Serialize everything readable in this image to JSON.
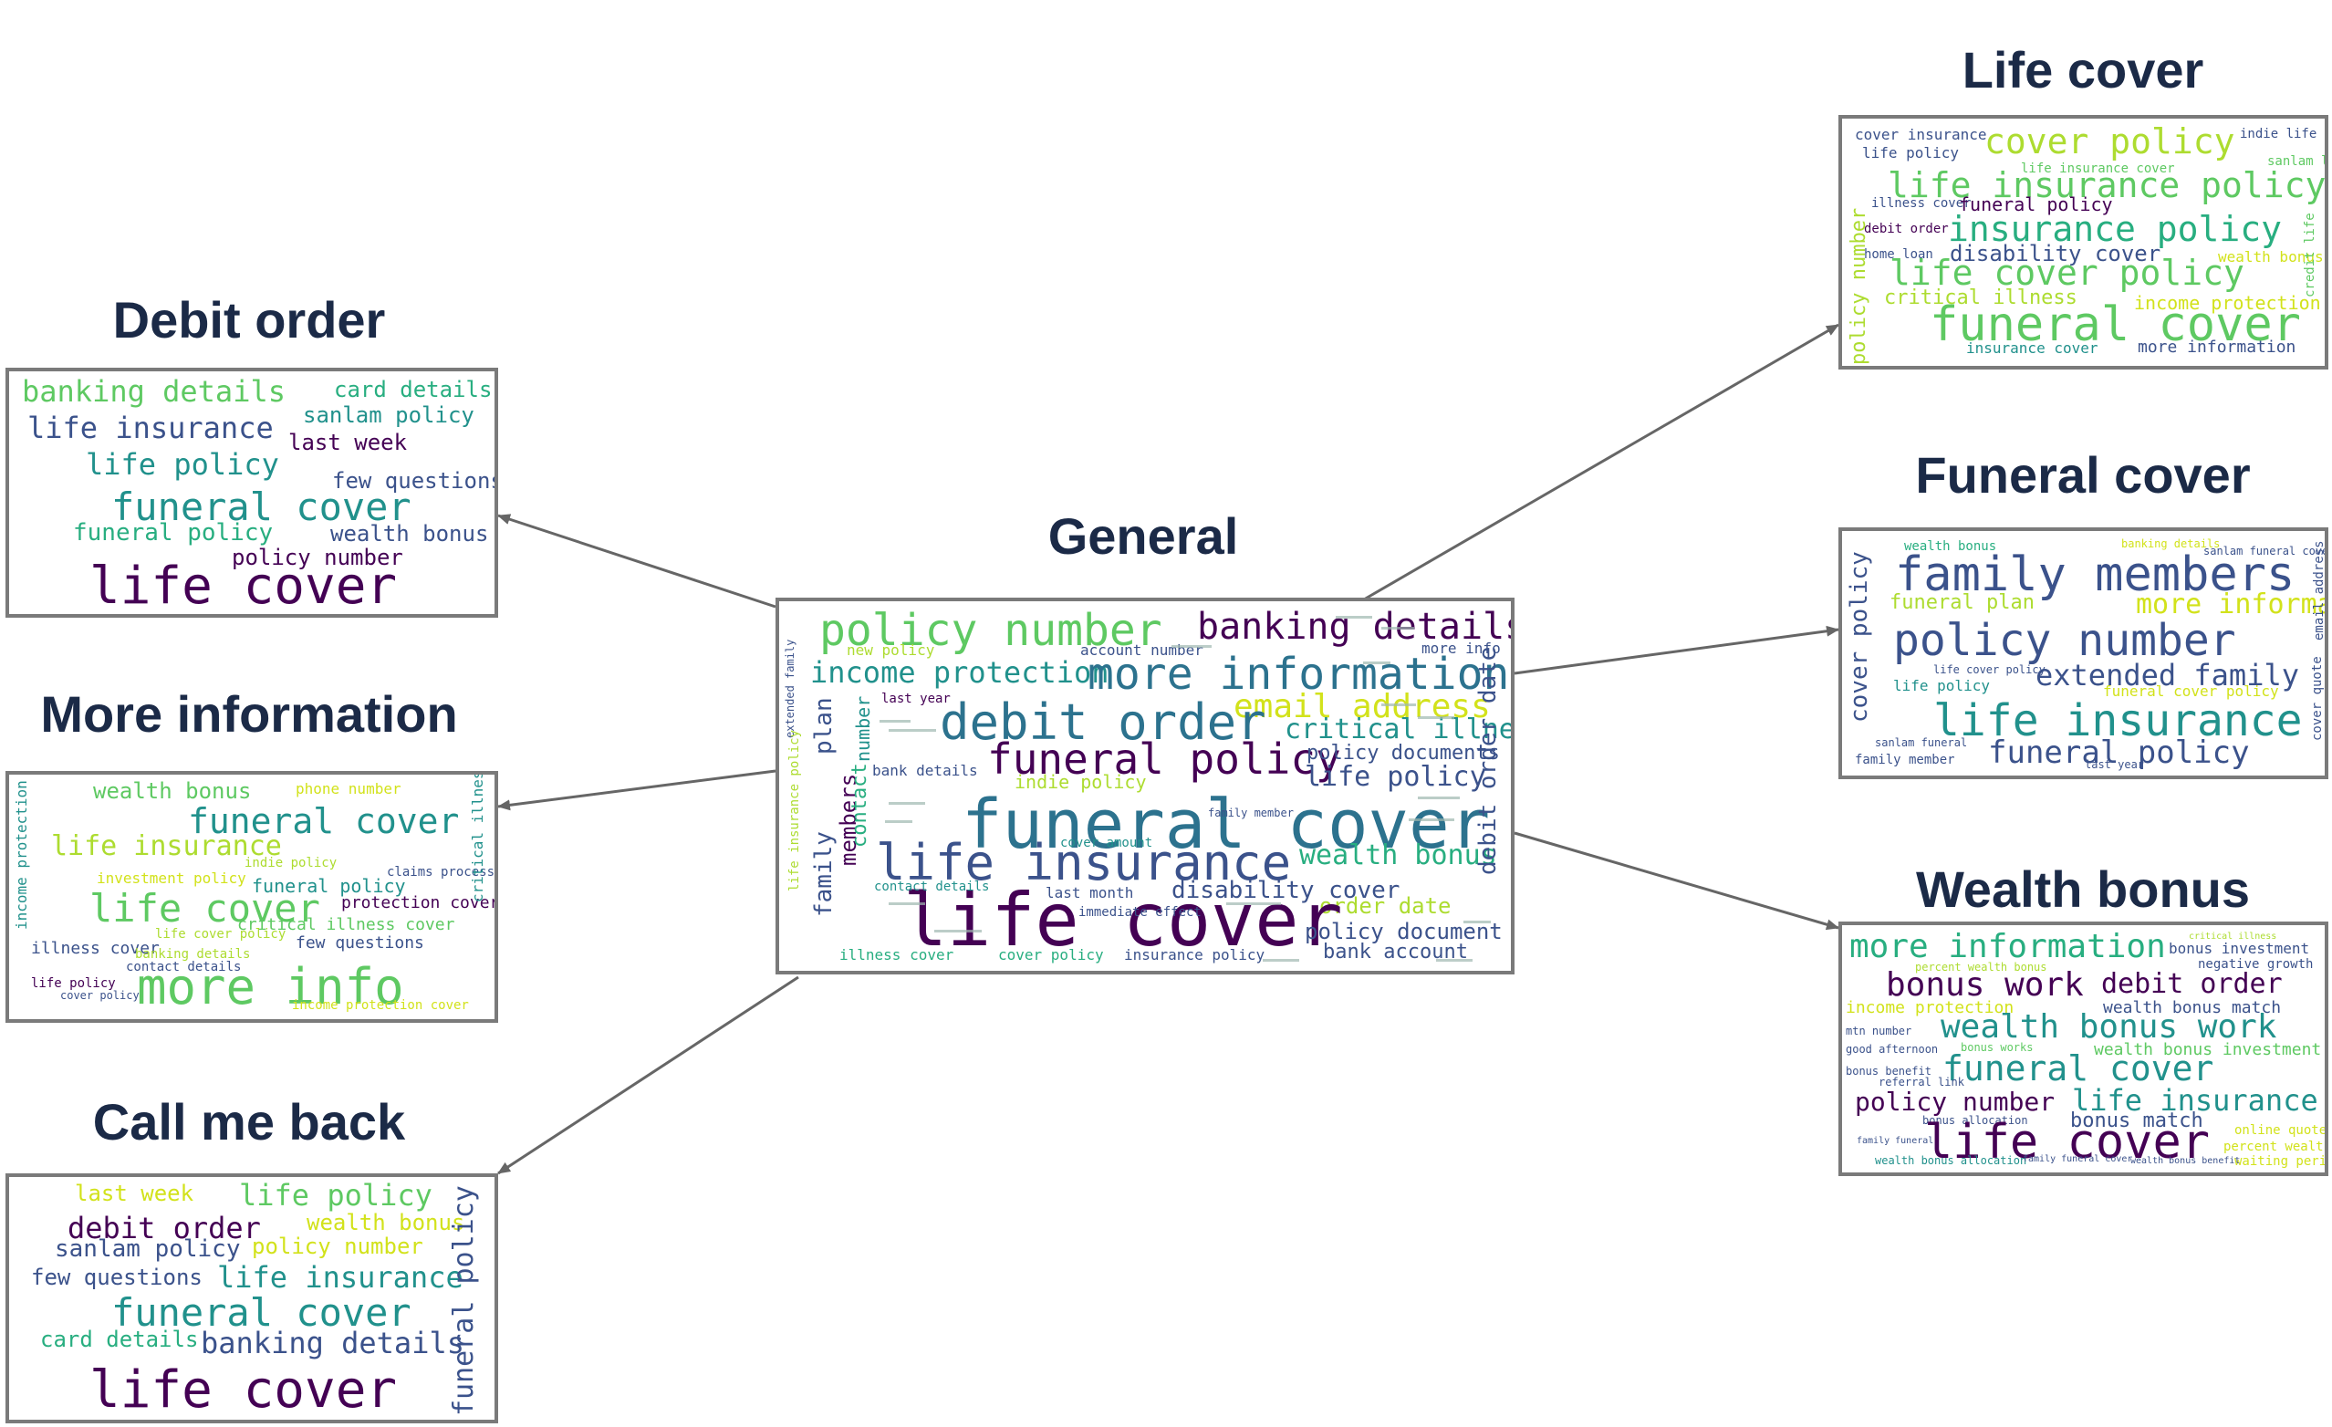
{
  "palette": {
    "p0": "#440154",
    "p1": "#3b528b",
    "p2": "#2c728e",
    "p3": "#21918c",
    "p4": "#28ae80",
    "p5": "#5ec962",
    "p6": "#addc30",
    "p7": "#d2e21b"
  },
  "titles": {
    "general": "General",
    "debit_order": "Debit order",
    "more_information": "More information",
    "call_me_back": "Call me back",
    "life_cover": "Life cover",
    "funeral_cover": "Funeral cover",
    "wealth_bonus": "Wealth bonus"
  },
  "clouds": {
    "general": [
      "policy number",
      "banking details",
      "income protection",
      "more information",
      "email address",
      "debit order",
      "funeral policy",
      "critical illness",
      "policy documents",
      "life policy",
      "funeral cover",
      "life insurance",
      "wealth bonus",
      "disability cover",
      "order date",
      "life cover",
      "policy document",
      "bank account",
      "new policy",
      "account number",
      "more info",
      "last year",
      "bank details",
      "indie policy",
      "illness cover",
      "cover policy",
      "insurance policy",
      "contact details",
      "last month",
      "cover amount",
      "family member",
      "immediate effect",
      "plan",
      "family",
      "members",
      "contact",
      "number",
      "extended family",
      "life insurance policy",
      "debit order date"
    ],
    "debit_order": [
      "banking details",
      "card details",
      "sanlam policy",
      "life insurance",
      "last week",
      "life policy",
      "few questions",
      "funeral cover",
      "funeral policy",
      "wealth bonus",
      "policy number",
      "life cover"
    ],
    "more_information": [
      "wealth bonus",
      "phone number",
      "funeral cover",
      "life insurance",
      "indie policy",
      "investment policy",
      "claims process",
      "funeral policy",
      "life cover",
      "protection cover",
      "critical illness cover",
      "life cover policy",
      "few questions",
      "illness cover",
      "banking details",
      "contact details",
      "life policy",
      "cover policy",
      "more info",
      "income protection cover",
      "income protection",
      "critical illness"
    ],
    "call_me_back": [
      "last week",
      "life policy",
      "debit order",
      "wealth bonus",
      "sanlam policy",
      "policy number",
      "few questions",
      "life insurance",
      "funeral cover",
      "card details",
      "banking details",
      "life cover",
      "funeral policy"
    ],
    "life_cover": [
      "cover insurance",
      "cover policy",
      "indie life",
      "life policy",
      "sanlam life",
      "life insurance policy",
      "life insurance cover",
      "illness cover",
      "funeral policy",
      "debit order",
      "insurance policy",
      "home loan",
      "disability cover",
      "life cover policy",
      "wealth bonus",
      "critical illness",
      "income protection",
      "funeral cover",
      "insurance cover",
      "more information",
      "policy number",
      "credit life"
    ],
    "funeral_cover": [
      "wealth bonus",
      "banking details",
      "sanlam funeral cover",
      "family members",
      "funeral plan",
      "more information",
      "cover policy",
      "policy number",
      "life cover policy",
      "extended family",
      "funeral cover policy",
      "life policy",
      "life insurance",
      "funeral policy",
      "family member",
      "last year",
      "sanlam funeral",
      "email address",
      "cover quote"
    ],
    "wealth_bonus": [
      "more information",
      "bonus investment",
      "percent wealth bonus",
      "negative growth",
      "bonus work",
      "debit order",
      "income protection",
      "wealth bonus match",
      "wealth bonus work",
      "mtn number",
      "good afternoon",
      "bonus works",
      "wealth bonus investment",
      "bonus benefit",
      "funeral cover",
      "referral link",
      "life insurance",
      "policy number",
      "bonus allocation",
      "bonus match",
      "online quote",
      "family funeral",
      "life cover",
      "percent wealth",
      "waiting period",
      "wealth bonus allocation",
      "family funeral cover",
      "wealth bonus benefit",
      "critical illness"
    ]
  }
}
